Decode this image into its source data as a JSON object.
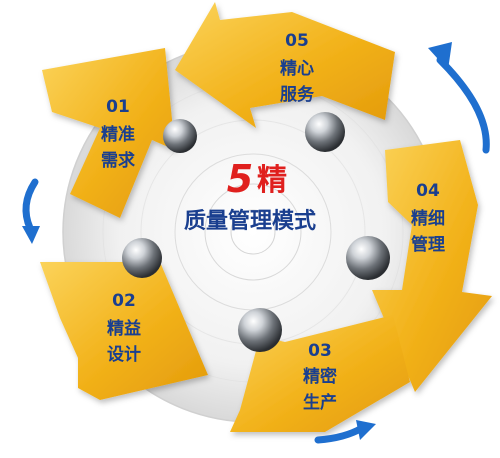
{
  "center": {
    "number": "5",
    "char": "精",
    "subtitle": "质量管理模式",
    "number_color": "#e0201e",
    "subtitle_color": "#1a3f8f"
  },
  "steps": [
    {
      "num": "01",
      "line1": "精准",
      "line2": "需求"
    },
    {
      "num": "02",
      "line1": "精益",
      "line2": "设计"
    },
    {
      "num": "03",
      "line1": "精密",
      "line2": "生产"
    },
    {
      "num": "04",
      "line1": "精细",
      "line2": "管理"
    },
    {
      "num": "05",
      "line1": "精心",
      "line2": "服务"
    }
  ],
  "colors": {
    "arrow_fill": "#f2b21a",
    "arrow_light": "#f9cd4a",
    "arrow_shadow": "#c98a06",
    "step_text": "#1a3f8f",
    "curved_arrow": "#1f6fcf"
  },
  "icons": [
    "steel-ball-icon",
    "curved-blue-arrow-icon"
  ]
}
